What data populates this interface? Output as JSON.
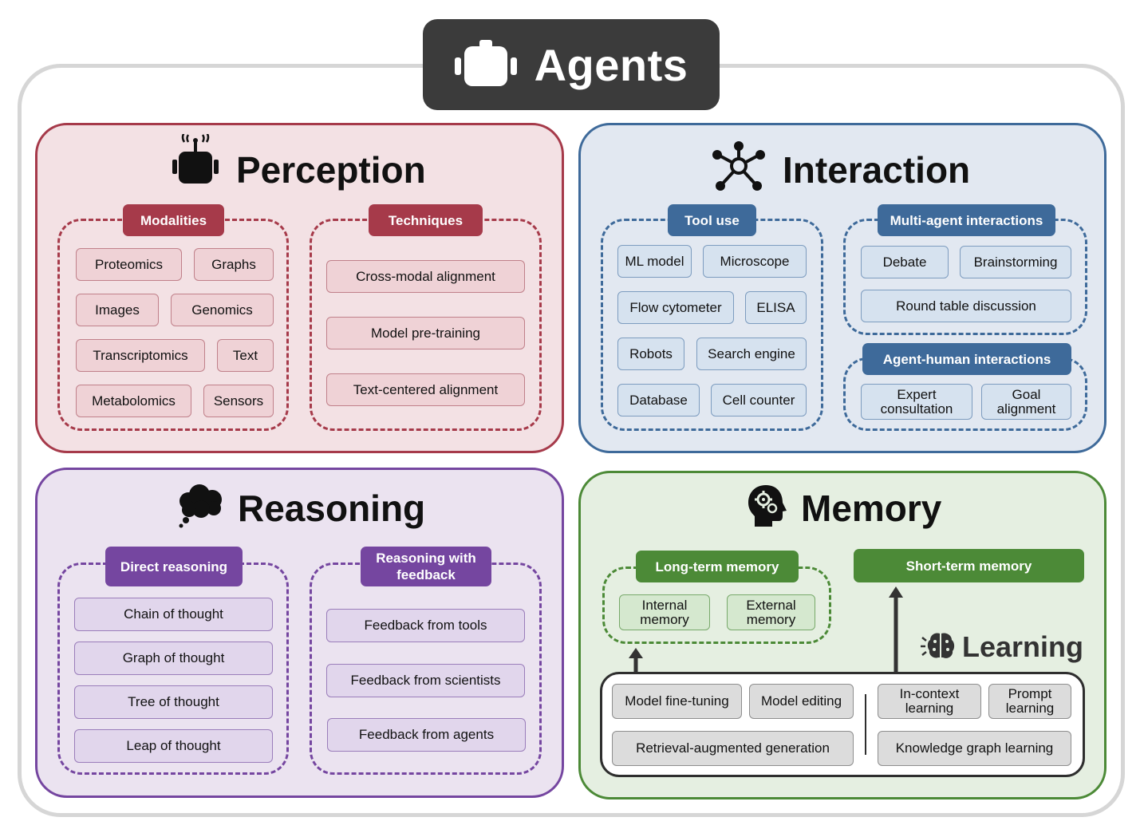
{
  "title": "Agents",
  "colors": {
    "perception": "#a63a4a",
    "interaction": "#3e6a9a",
    "reasoning": "#7546a0",
    "memory": "#4c8a37",
    "title_bg": "#3b3b3b"
  },
  "perception": {
    "title": "Perception",
    "modalities": {
      "label": "Modalities",
      "items": [
        "Proteomics",
        "Graphs",
        "Images",
        "Genomics",
        "Transcriptomics",
        "Text",
        "Metabolomics",
        "Sensors"
      ]
    },
    "techniques": {
      "label": "Techniques",
      "items": [
        "Cross-modal alignment",
        "Model pre-training",
        "Text-centered alignment"
      ]
    }
  },
  "interaction": {
    "title": "Interaction",
    "tool_use": {
      "label": "Tool use",
      "items": [
        "ML model",
        "Microscope",
        "Flow cytometer",
        "ELISA",
        "Robots",
        "Search engine",
        "Database",
        "Cell counter"
      ]
    },
    "multi_agent": {
      "label": "Multi-agent interactions",
      "items": [
        "Debate",
        "Brainstorming",
        "Round table discussion"
      ]
    },
    "agent_human": {
      "label": "Agent-human interactions",
      "items": [
        "Expert consultation",
        "Goal alignment"
      ]
    }
  },
  "reasoning": {
    "title": "Reasoning",
    "direct": {
      "label": "Direct reasoning",
      "items": [
        "Chain of thought",
        "Graph of thought",
        "Tree of thought",
        "Leap of thought"
      ]
    },
    "feedback": {
      "label": "Reasoning with feedback",
      "items": [
        "Feedback from tools",
        "Feedback from scientists",
        "Feedback from agents"
      ]
    }
  },
  "memory": {
    "title": "Memory",
    "long_term": {
      "label": "Long-term memory",
      "items": [
        "Internal memory",
        "External memory"
      ]
    },
    "short_term": {
      "label": "Short-term memory"
    },
    "learning": {
      "title": "Learning",
      "items": [
        "Model fine-tuning",
        "Model editing",
        "Retrieval-augmented generation",
        "In-context learning",
        "Prompt learning",
        "Knowledge graph learning"
      ]
    }
  },
  "icons": [
    "robot-icon",
    "antenna-robot-icon",
    "network-icon",
    "thought-cloud-icon",
    "head-gears-icon",
    "brain-icon"
  ]
}
